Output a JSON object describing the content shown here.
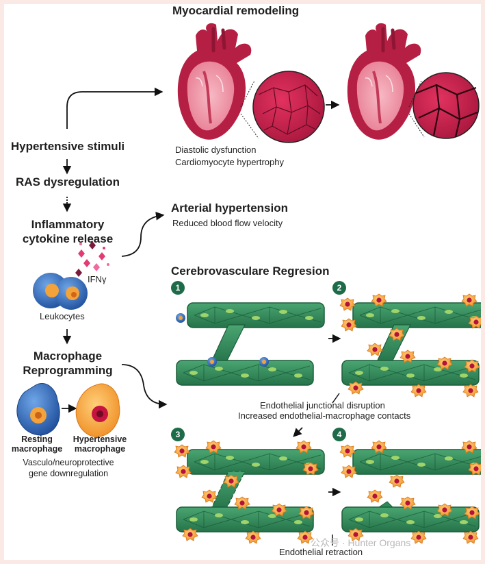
{
  "myocardial": {
    "title": "Myocardial remodeling",
    "line1": "Diastolic dysfunction",
    "line2": "Cardiomyocyte hypertrophy"
  },
  "flow": {
    "step1": "Hypertensive stimuli",
    "step2": "RAS dysregulation",
    "step3a": "Inflammatory",
    "step3b": "cytokine release",
    "ifn": "IFNγ",
    "leukocytes": "Leukocytes",
    "step4a": "Macrophage",
    "step4b": "Reprogramming",
    "resting_a": "Resting",
    "resting_b": "macrophage",
    "hyper_a": "Hypertensive",
    "hyper_b": "macrophage",
    "gene_a": "Vasculo/neuroprotective",
    "gene_b": "gene downregulation"
  },
  "arterial": {
    "title": "Arterial hypertension",
    "subtitle": "Reduced blood flow velocity"
  },
  "cerebro": {
    "title": "Cerebrovasculare Regresion",
    "panels": [
      "1",
      "2",
      "3",
      "4"
    ],
    "note1": "Endothelial junctional disruption",
    "note2": "Increased endothelial-macrophage contacts",
    "note3": "Endothelial retraction"
  },
  "watermark": "公众号 · Hunter Organs",
  "colors": {
    "vessel": "#2f8a58",
    "vessel_dark": "#1c5e3a",
    "heart": "#c2264e",
    "macrophage": "#f29a2e",
    "leukocyte": "#2f6fc4"
  }
}
